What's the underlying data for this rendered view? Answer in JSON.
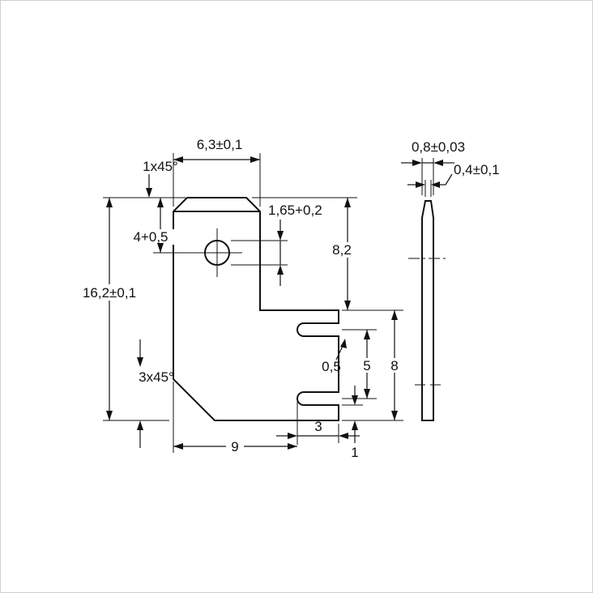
{
  "page": {
    "background": "#ffffff",
    "line_color": "#111111",
    "content": "technical dimensioned drawing of a flat solder tab terminal, front view and side view"
  },
  "front_view": {
    "dims": {
      "tab_width": "6,3±0,1",
      "top_chamfer": "1x45°",
      "hole_center_from_top": "4+0,5",
      "overall_height": "16,2±0,1",
      "bottom_chamfer": "3x45°",
      "hole_diameter": "1,65+0,2",
      "tab_length": "8,2",
      "slot_end_radius": "0,5",
      "slot_spacing": "5",
      "lower_section_height": "8",
      "body_width": "9",
      "slot_length": "3",
      "bottom_web": "1"
    }
  },
  "side_view": {
    "dims": {
      "material_thickness": "0,8±0,03",
      "tip_thickness": "0,4±0,1"
    }
  }
}
